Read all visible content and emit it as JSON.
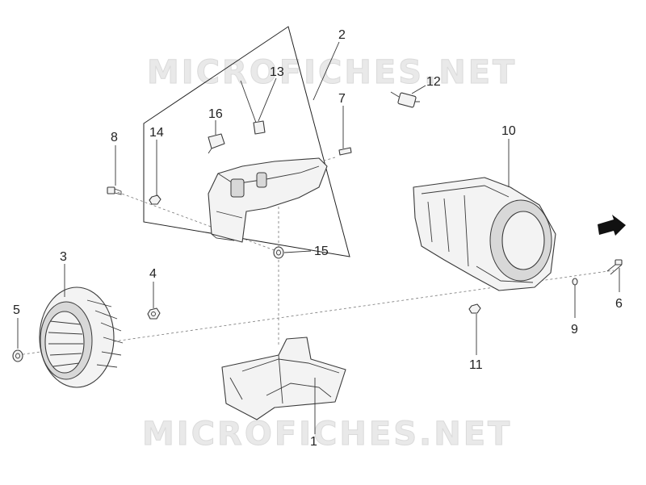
{
  "watermark_text": "MICROFICHES.NET",
  "parts": [
    {
      "id": "part-1",
      "number": "1"
    },
    {
      "id": "part-2",
      "number": "2"
    },
    {
      "id": "part-3",
      "number": "3"
    },
    {
      "id": "part-4",
      "number": "4"
    },
    {
      "id": "part-5",
      "number": "5"
    },
    {
      "id": "part-6",
      "number": "6"
    },
    {
      "id": "part-7",
      "number": "7"
    },
    {
      "id": "part-8",
      "number": "8"
    },
    {
      "id": "part-9",
      "number": "9"
    },
    {
      "id": "part-10",
      "number": "10"
    },
    {
      "id": "part-11",
      "number": "11"
    },
    {
      "id": "part-12",
      "number": "12"
    },
    {
      "id": "part-13",
      "number": "13"
    },
    {
      "id": "part-14",
      "number": "14"
    },
    {
      "id": "part-15",
      "number": "15"
    },
    {
      "id": "part-16",
      "number": "16"
    }
  ],
  "direction_arrow_icon": "arrow-right-icon",
  "colors": {
    "line": "#333333",
    "part_fill": "#f3f3f3",
    "watermark": "#e9e9e9"
  }
}
